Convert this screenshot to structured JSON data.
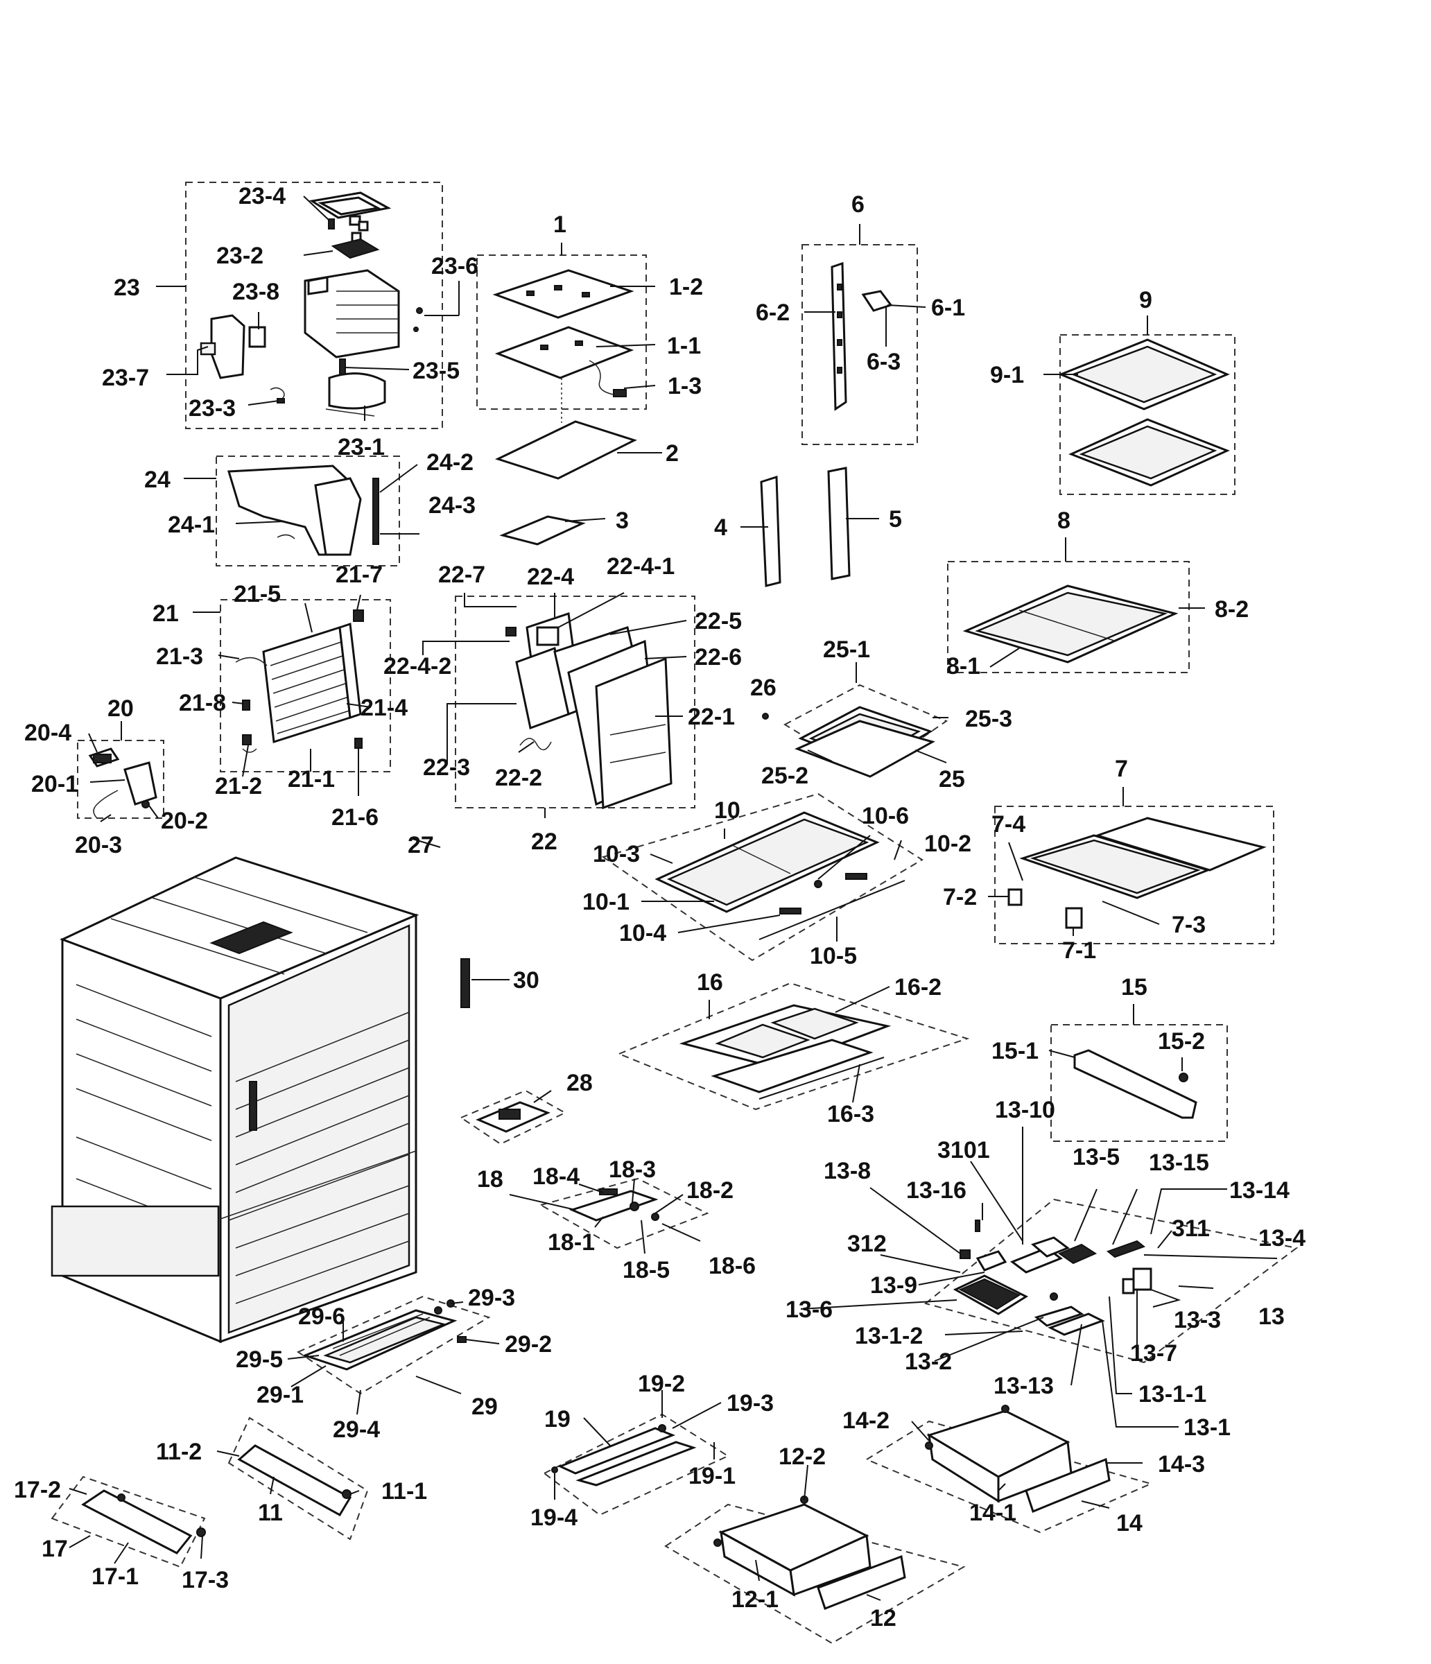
{
  "labels": [
    {
      "id": "23-4",
      "text": "23-4"
    },
    {
      "id": "23-2",
      "text": "23-2"
    },
    {
      "id": "23",
      "text": "23"
    },
    {
      "id": "23-8",
      "text": "23-8"
    },
    {
      "id": "23-6",
      "text": "23-6"
    },
    {
      "id": "23-7",
      "text": "23-7"
    },
    {
      "id": "23-5",
      "text": "23-5"
    },
    {
      "id": "23-3",
      "text": "23-3"
    },
    {
      "id": "23-1",
      "text": "23-1"
    },
    {
      "id": "1",
      "text": "1"
    },
    {
      "id": "1-2",
      "text": "1-2"
    },
    {
      "id": "1-1",
      "text": "1-1"
    },
    {
      "id": "1-3",
      "text": "1-3"
    },
    {
      "id": "2",
      "text": "2"
    },
    {
      "id": "3",
      "text": "3"
    },
    {
      "id": "6",
      "text": "6"
    },
    {
      "id": "6-2",
      "text": "6-2"
    },
    {
      "id": "6-1",
      "text": "6-1"
    },
    {
      "id": "6-3",
      "text": "6-3"
    },
    {
      "id": "9",
      "text": "9"
    },
    {
      "id": "9-1",
      "text": "9-1"
    },
    {
      "id": "24",
      "text": "24"
    },
    {
      "id": "24-2",
      "text": "24-2"
    },
    {
      "id": "24-1",
      "text": "24-1"
    },
    {
      "id": "24-3",
      "text": "24-3"
    },
    {
      "id": "4",
      "text": "4"
    },
    {
      "id": "5",
      "text": "5"
    },
    {
      "id": "8",
      "text": "8"
    },
    {
      "id": "8-2",
      "text": "8-2"
    },
    {
      "id": "8-1",
      "text": "8-1"
    },
    {
      "id": "22-7",
      "text": "22-7"
    },
    {
      "id": "22-4",
      "text": "22-4"
    },
    {
      "id": "22-4-1",
      "text": "22-4-1"
    },
    {
      "id": "22-5",
      "text": "22-5"
    },
    {
      "id": "22-6",
      "text": "22-6"
    },
    {
      "id": "22-4-2",
      "text": "22-4-2"
    },
    {
      "id": "22-1",
      "text": "22-1"
    },
    {
      "id": "22-3",
      "text": "22-3"
    },
    {
      "id": "22-2",
      "text": "22-2"
    },
    {
      "id": "22",
      "text": "22"
    },
    {
      "id": "21",
      "text": "21"
    },
    {
      "id": "21-5",
      "text": "21-5"
    },
    {
      "id": "21-7",
      "text": "21-7"
    },
    {
      "id": "21-3",
      "text": "21-3"
    },
    {
      "id": "21-8",
      "text": "21-8"
    },
    {
      "id": "21-4",
      "text": "21-4"
    },
    {
      "id": "21-2",
      "text": "21-2"
    },
    {
      "id": "21-1",
      "text": "21-1"
    },
    {
      "id": "21-6",
      "text": "21-6"
    },
    {
      "id": "20",
      "text": "20"
    },
    {
      "id": "20-4",
      "text": "20-4"
    },
    {
      "id": "20-1",
      "text": "20-1"
    },
    {
      "id": "20-2",
      "text": "20-2"
    },
    {
      "id": "20-3",
      "text": "20-3"
    },
    {
      "id": "27",
      "text": "27"
    },
    {
      "id": "25-1",
      "text": "25-1"
    },
    {
      "id": "26",
      "text": "26"
    },
    {
      "id": "25-3",
      "text": "25-3"
    },
    {
      "id": "25-2",
      "text": "25-2"
    },
    {
      "id": "25",
      "text": "25"
    },
    {
      "id": "10",
      "text": "10"
    },
    {
      "id": "10-6",
      "text": "10-6"
    },
    {
      "id": "10-2",
      "text": "10-2"
    },
    {
      "id": "10-3",
      "text": "10-3"
    },
    {
      "id": "10-1",
      "text": "10-1"
    },
    {
      "id": "10-4",
      "text": "10-4"
    },
    {
      "id": "10-5",
      "text": "10-5"
    },
    {
      "id": "7",
      "text": "7"
    },
    {
      "id": "7-4",
      "text": "7-4"
    },
    {
      "id": "7-2",
      "text": "7-2"
    },
    {
      "id": "7-3",
      "text": "7-3"
    },
    {
      "id": "7-1",
      "text": "7-1"
    },
    {
      "id": "30",
      "text": "30"
    },
    {
      "id": "16",
      "text": "16"
    },
    {
      "id": "16-2",
      "text": "16-2"
    },
    {
      "id": "16-3",
      "text": "16-3"
    },
    {
      "id": "15",
      "text": "15"
    },
    {
      "id": "15-1",
      "text": "15-1"
    },
    {
      "id": "15-2",
      "text": "15-2"
    },
    {
      "id": "28",
      "text": "28"
    },
    {
      "id": "13-10",
      "text": "13-10"
    },
    {
      "id": "3101",
      "text": "3101"
    },
    {
      "id": "13-5",
      "text": "13-5"
    },
    {
      "id": "13-15",
      "text": "13-15"
    },
    {
      "id": "13-8",
      "text": "13-8"
    },
    {
      "id": "13-16",
      "text": "13-16"
    },
    {
      "id": "13-14",
      "text": "13-14"
    },
    {
      "id": "311",
      "text": "311"
    },
    {
      "id": "13-4",
      "text": "13-4"
    },
    {
      "id": "312",
      "text": "312"
    },
    {
      "id": "13-9",
      "text": "13-9"
    },
    {
      "id": "13-3",
      "text": "13-3"
    },
    {
      "id": "13",
      "text": "13"
    },
    {
      "id": "13-6",
      "text": "13-6"
    },
    {
      "id": "13-1-2",
      "text": "13-1-2"
    },
    {
      "id": "13-7",
      "text": "13-7"
    },
    {
      "id": "13-2",
      "text": "13-2"
    },
    {
      "id": "13-13",
      "text": "13-13"
    },
    {
      "id": "13-1-1",
      "text": "13-1-1"
    },
    {
      "id": "13-1",
      "text": "13-1"
    },
    {
      "id": "18",
      "text": "18"
    },
    {
      "id": "18-4",
      "text": "18-4"
    },
    {
      "id": "18-3",
      "text": "18-3"
    },
    {
      "id": "18-2",
      "text": "18-2"
    },
    {
      "id": "18-1",
      "text": "18-1"
    },
    {
      "id": "18-5",
      "text": "18-5"
    },
    {
      "id": "18-6",
      "text": "18-6"
    },
    {
      "id": "29-3",
      "text": "29-3"
    },
    {
      "id": "29-6",
      "text": "29-6"
    },
    {
      "id": "29-2",
      "text": "29-2"
    },
    {
      "id": "29-5",
      "text": "29-5"
    },
    {
      "id": "29-1",
      "text": "29-1"
    },
    {
      "id": "29",
      "text": "29"
    },
    {
      "id": "29-4",
      "text": "29-4"
    },
    {
      "id": "19-2",
      "text": "19-2"
    },
    {
      "id": "19",
      "text": "19"
    },
    {
      "id": "19-3",
      "text": "19-3"
    },
    {
      "id": "19-1",
      "text": "19-1"
    },
    {
      "id": "19-4",
      "text": "19-4"
    },
    {
      "id": "14-2",
      "text": "14-2"
    },
    {
      "id": "14-3",
      "text": "14-3"
    },
    {
      "id": "14-1",
      "text": "14-1"
    },
    {
      "id": "14",
      "text": "14"
    },
    {
      "id": "12-2",
      "text": "12-2"
    },
    {
      "id": "12-1",
      "text": "12-1"
    },
    {
      "id": "12",
      "text": "12"
    },
    {
      "id": "11-2",
      "text": "11-2"
    },
    {
      "id": "11-1",
      "text": "11-1"
    },
    {
      "id": "11",
      "text": "11"
    },
    {
      "id": "17-2",
      "text": "17-2"
    },
    {
      "id": "17",
      "text": "17"
    },
    {
      "id": "17-1",
      "text": "17-1"
    },
    {
      "id": "17-3",
      "text": "17-3"
    }
  ]
}
